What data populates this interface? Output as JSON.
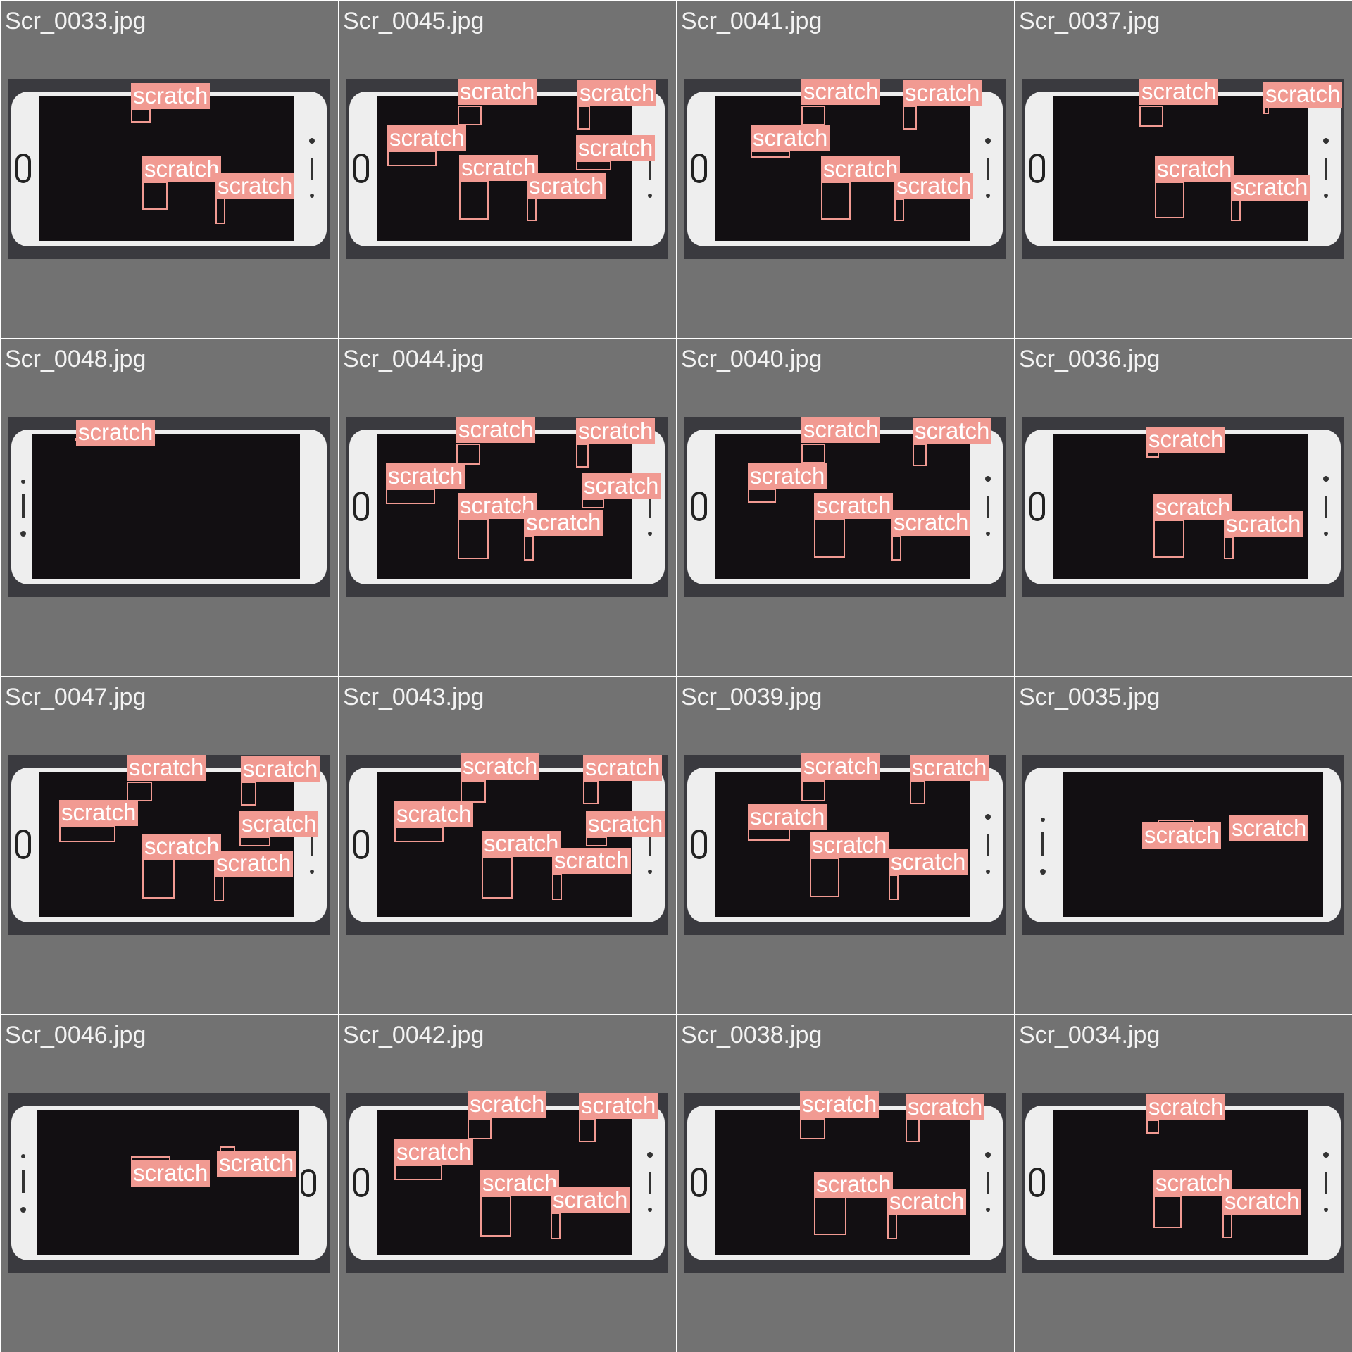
{
  "colors": {
    "tile_background": "#727272",
    "label_color": "#f19a92",
    "phone_frame": "#eeeeee",
    "screen": "#120f12",
    "backdrop": "#3a3a3f"
  },
  "label_text": "scratch",
  "tiles": [
    {
      "filename": "Scr_0033.jpg",
      "phone": {
        "button_side": "left"
      },
      "detections": [
        {
          "label": "scratch"
        },
        {
          "label": "scratch"
        },
        {
          "label": "scratch"
        }
      ]
    },
    {
      "filename": "Scr_0045.jpg",
      "phone": {
        "button_side": "left"
      },
      "detections": [
        {
          "label": "scratch"
        },
        {
          "label": "scratch"
        },
        {
          "label": "scratch"
        },
        {
          "label": "scratch"
        },
        {
          "label": "scratch"
        },
        {
          "label": "scratch"
        }
      ]
    },
    {
      "filename": "Scr_0041.jpg",
      "phone": {
        "button_side": "left"
      },
      "detections": [
        {
          "label": "scratch"
        },
        {
          "label": "scratch"
        },
        {
          "label": "scratch"
        },
        {
          "label": "scratch"
        },
        {
          "label": "scratch"
        }
      ]
    },
    {
      "filename": "Scr_0037.jpg",
      "phone": {
        "button_side": "left"
      },
      "detections": [
        {
          "label": "scratch"
        },
        {
          "label": "scratch"
        },
        {
          "label": "scratch"
        },
        {
          "label": "scratch"
        }
      ]
    },
    {
      "filename": "Scr_0048.jpg",
      "phone": {
        "button_side": "none"
      },
      "detections": [
        {
          "label": "scratch"
        }
      ]
    },
    {
      "filename": "Scr_0044.jpg",
      "phone": {
        "button_side": "left"
      },
      "detections": [
        {
          "label": "scratch"
        },
        {
          "label": "scratch"
        },
        {
          "label": "scratch"
        },
        {
          "label": "scratch"
        },
        {
          "label": "scratch"
        },
        {
          "label": "scratch"
        }
      ]
    },
    {
      "filename": "Scr_0040.jpg",
      "phone": {
        "button_side": "left"
      },
      "detections": [
        {
          "label": "scratch"
        },
        {
          "label": "scratch"
        },
        {
          "label": "scratch"
        },
        {
          "label": "scratch"
        },
        {
          "label": "scratch"
        }
      ]
    },
    {
      "filename": "Scr_0036.jpg",
      "phone": {
        "button_side": "left"
      },
      "detections": [
        {
          "label": "scratch"
        },
        {
          "label": "scratch"
        },
        {
          "label": "scratch"
        }
      ]
    },
    {
      "filename": "Scr_0047.jpg",
      "phone": {
        "button_side": "left"
      },
      "detections": [
        {
          "label": "scratch"
        },
        {
          "label": "scratch"
        },
        {
          "label": "scratch"
        },
        {
          "label": "scratch"
        },
        {
          "label": "scratch"
        },
        {
          "label": "scratch"
        }
      ]
    },
    {
      "filename": "Scr_0043.jpg",
      "phone": {
        "button_side": "left"
      },
      "detections": [
        {
          "label": "scratch"
        },
        {
          "label": "scratch"
        },
        {
          "label": "scratch"
        },
        {
          "label": "scratch"
        },
        {
          "label": "scratch"
        },
        {
          "label": "scratch"
        }
      ]
    },
    {
      "filename": "Scr_0039.jpg",
      "phone": {
        "button_side": "left"
      },
      "detections": [
        {
          "label": "scratch"
        },
        {
          "label": "scratch"
        },
        {
          "label": "scratch"
        },
        {
          "label": "scratch"
        },
        {
          "label": "scratch"
        }
      ]
    },
    {
      "filename": "Scr_0035.jpg",
      "phone": {
        "button_side": "none"
      },
      "detections": [
        {
          "label": "scratch"
        },
        {
          "label": "scratch"
        }
      ]
    },
    {
      "filename": "Scr_0046.jpg",
      "phone": {
        "button_side": "right"
      },
      "detections": [
        {
          "label": "scratch"
        },
        {
          "label": "scratch"
        }
      ]
    },
    {
      "filename": "Scr_0042.jpg",
      "phone": {
        "button_side": "left"
      },
      "detections": [
        {
          "label": "scratch"
        },
        {
          "label": "scratch"
        },
        {
          "label": "scratch"
        },
        {
          "label": "scratch"
        },
        {
          "label": "scratch"
        }
      ]
    },
    {
      "filename": "Scr_0038.jpg",
      "phone": {
        "button_side": "left"
      },
      "detections": [
        {
          "label": "scratch"
        },
        {
          "label": "scratch"
        },
        {
          "label": "scratch"
        },
        {
          "label": "scratch"
        }
      ]
    },
    {
      "filename": "Scr_0034.jpg",
      "phone": {
        "button_side": "left"
      },
      "detections": [
        {
          "label": "scratch"
        },
        {
          "label": "scratch"
        },
        {
          "label": "scratch"
        }
      ]
    }
  ]
}
